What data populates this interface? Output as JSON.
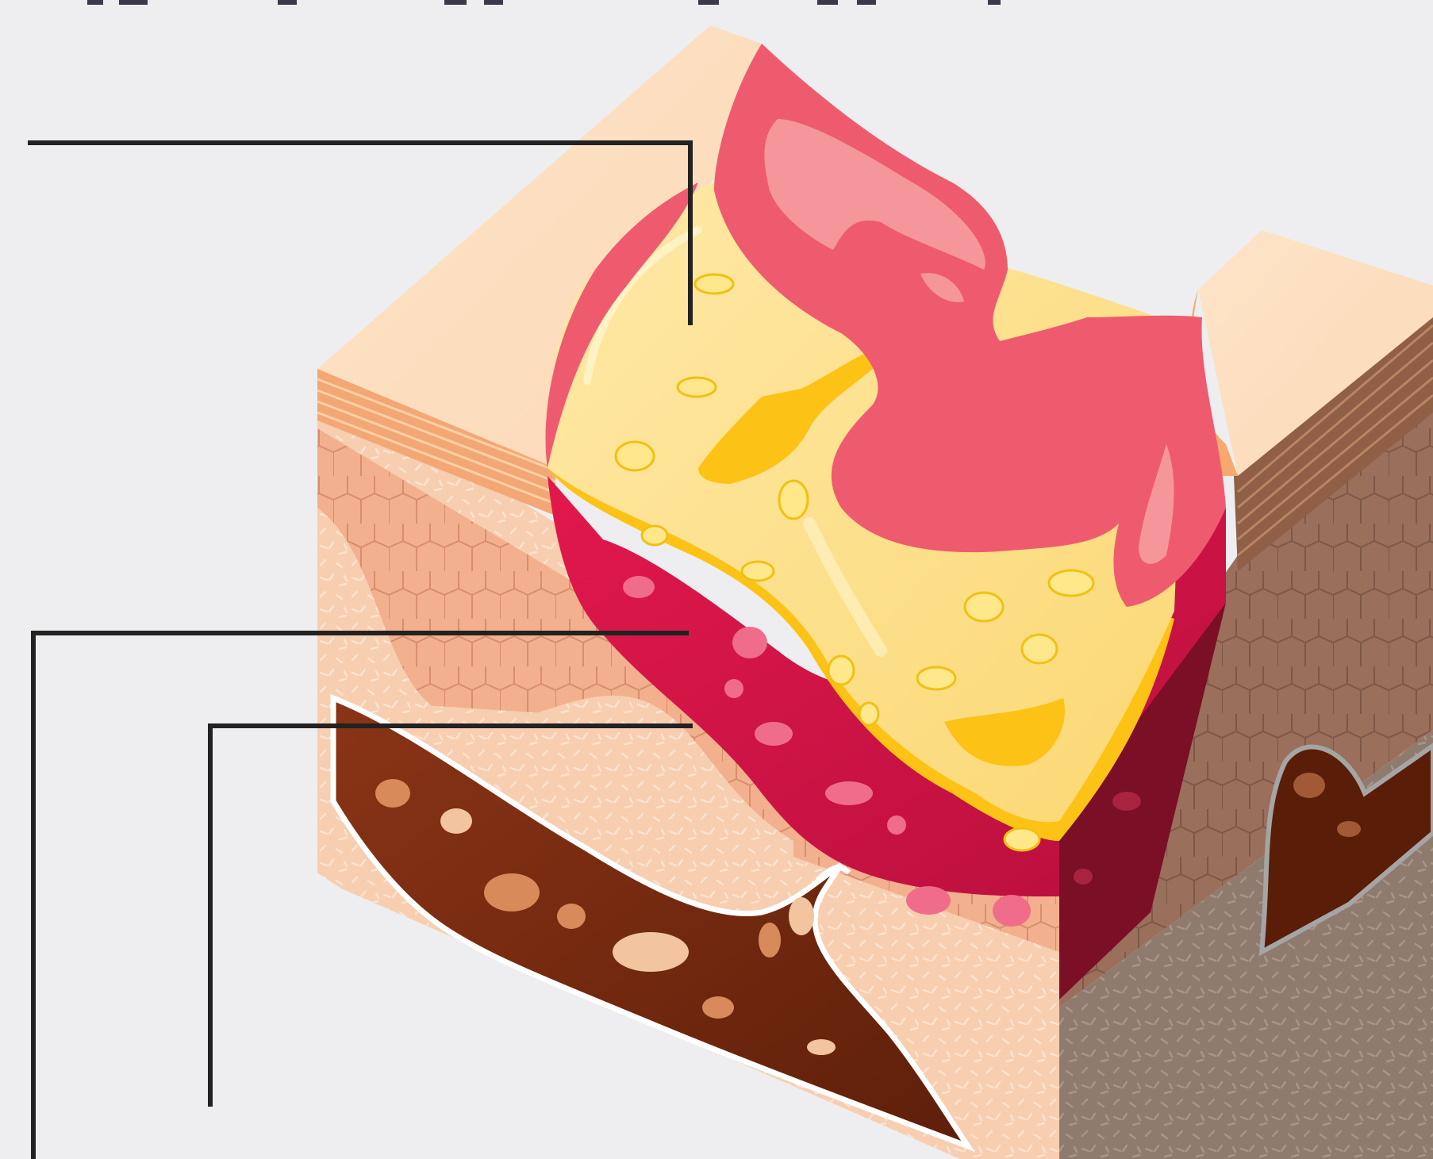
{
  "diagram": {
    "subject": "skin-wound-cross-section",
    "leader_lines": [
      {
        "id": "leader-slough"
      },
      {
        "id": "leader-granulation"
      },
      {
        "id": "leader-tissue"
      }
    ],
    "labels": []
  },
  "colors": {
    "background": "#eeeef0",
    "skin_top": "#fde0c2",
    "epidermis_stripes": "#f4a872",
    "dermis_cells": "#f3b694",
    "subcutis": "#f8d3b6",
    "wound_pink": "#ef5b6e",
    "wound_pink_light": "#f5979a",
    "slough_yellow": "#fde18e",
    "slough_deep": "#fcc316",
    "granulation_red": "#d01446",
    "granulation_dark": "#7a0f25",
    "vessel_brown": "#7a2e12",
    "vessel_spot": "#c96a3a",
    "right_face": "#9c7462",
    "leader": "#222222"
  }
}
